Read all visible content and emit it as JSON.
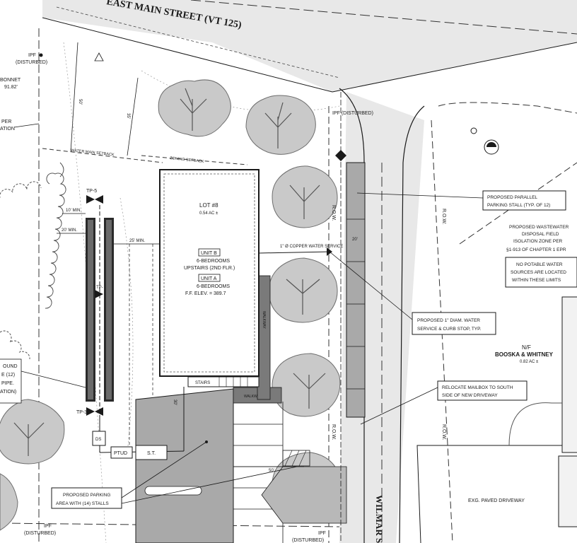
{
  "streets": {
    "main": "EAST MAIN STREET (VT 125)",
    "side": "WILMAR S"
  },
  "lot": {
    "name": "LOT #8",
    "area": "0.54 AC ±",
    "unit_b_tag": "UNIT B",
    "unit_b_desc1": "6-BEDROOMS",
    "unit_b_desc2": "UPSTAIRS (2ND FLR.)",
    "unit_a_tag": "UNIT A",
    "unit_a_desc1": "6-BEDROOMS",
    "unit_a_desc2": "F.F. ELEV. = 389.7",
    "stairs": "STAIRS",
    "walkway": "WALKWAY"
  },
  "labels": {
    "ipf_top": "IPF",
    "disturbed_top": "(DISTURBED)",
    "ipf_right": "IPF (DISTURBED)",
    "ipf_bottom_left": "IPF",
    "disturbed_bottom_left": "(DISTURBED)",
    "ipf_bottom_right": "IPF",
    "disturbed_bottom_right": "(DISTURBED)",
    "bonnet": "BONNET",
    "bonnet_brg": "91.82'",
    "per": "PER",
    "ation": "ATION",
    "water_main_setback": "WATER MAIN SETBACK",
    "zoning_setback": "ZONING SETBACK",
    "tp5": "TP-5",
    "tp3": "TP-3",
    "tp_mid": "TP-",
    "dim_10": "10' MIN.",
    "dim_20": "20' MIN.",
    "dim_25": "25' MIN.",
    "dim_35": "35'",
    "dim_50": "50'",
    "dim_20b": "20'",
    "dim_50b": "50'",
    "dim_30": "30'",
    "water_service": "1\" Ø COPPER WATER SERVICE",
    "ptud": "PTUD",
    "st": "S.T.",
    "ds": "DS",
    "row": "R.O.W.",
    "nf": "N/F",
    "owner": "BOOSKA & WHITNEY",
    "owner_area": "0.82 AC ±",
    "driveway": "EXG. PAVED DRIVEWAY",
    "mound_1": "OUND",
    "mound_2": "E (12)",
    "mound_3": "PIPE.",
    "mound_4": "ATION)"
  },
  "callouts": {
    "parking_stall": [
      "PROPOSED PARALLEL",
      "PARKING STALL (TYP. OF 12)"
    ],
    "wastewater": [
      "PROPOSED WASTEWATER",
      "DISPOSAL FIELD",
      "ISOLATION ZONE PER",
      "§1-913 OF CHAPTER 1 EPR"
    ],
    "no_potable": [
      "NO POTABLE WATER",
      "SOURCES ARE LOCATED",
      "WITHIN THESE LIMITS"
    ],
    "water_curb": [
      "PROPOSED 1\" DIAM. WATER",
      "SERVICE & CURB STOP, TYP."
    ],
    "mailbox": [
      "RELOCATE MAILBOX TO SOUTH",
      "SIDE OF NEW DRIVEWAY"
    ],
    "parking_area": [
      "PROPOSED PARKING",
      "AREA WITH (14) STALLS"
    ]
  },
  "colors": {
    "paper": "#ffffff",
    "street_fill": "#e8e8e8",
    "parking_fill": "#a9a9a9",
    "line": "#1a1a1a",
    "tree_fill": "#c9c9c9"
  }
}
